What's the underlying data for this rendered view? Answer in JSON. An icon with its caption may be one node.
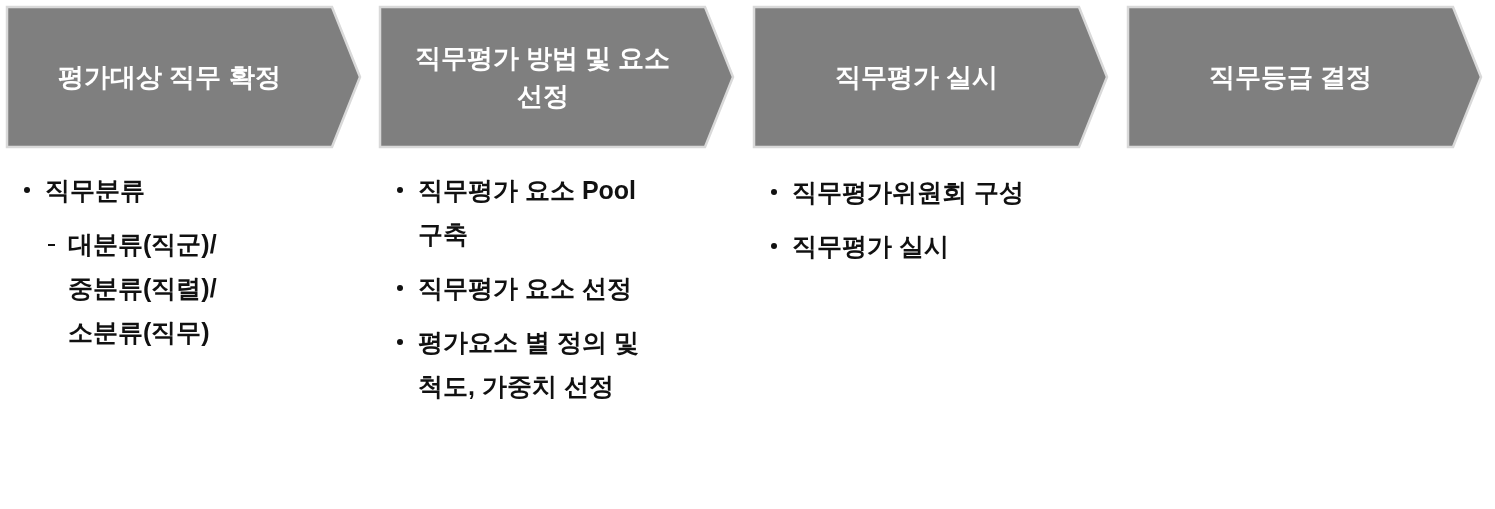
{
  "diagram": {
    "nodes": [
      {
        "text": [
          "평가대상 직무 확정"
        ]
      },
      {
        "text": [
          "직무평가 방법 및 요소 선정"
        ]
      },
      {
        "text": [
          "직무평가 실시"
        ]
      },
      {
        "text": [
          "직무등급 결정"
        ]
      }
    ],
    "labels": [
      "직무분류",
      "대분류(직군)/ 중분류(직렬)/ 소분류(직무)",
      "직무평가 요소 Pool 구축",
      "직무평가 요소 선정",
      "평가요소 별 정의 및 척도, 가중치 선정",
      "직무평가위원회 구성",
      "직무평가 실시"
    ]
  }
}
